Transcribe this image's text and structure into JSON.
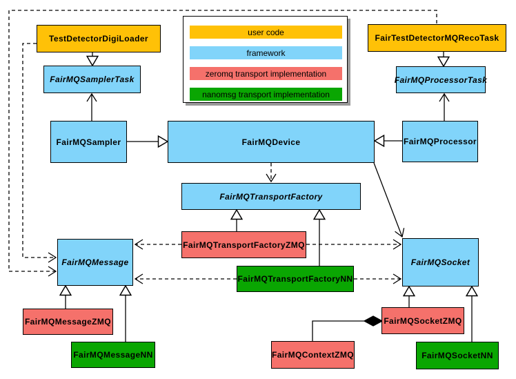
{
  "colors": {
    "user_code": "#FFC107",
    "framework": "#81D4FA",
    "zeromq": "#F5716B",
    "nanomsg": "#0AA602",
    "line": "#000000",
    "background": "#FFFFFF",
    "legend_shadow": "#9A9A9A"
  },
  "legend": {
    "items": [
      {
        "label": "user code",
        "color_key": "user_code"
      },
      {
        "label": "framework",
        "color_key": "framework"
      },
      {
        "label": "zeromq transport implementation",
        "color_key": "zeromq"
      },
      {
        "label": "nanomsg transport implementation",
        "color_key": "nanomsg"
      }
    ]
  },
  "nodes": {
    "test_detector_digi_loader": {
      "label": "TestDetectorDigiLoader",
      "category": "user code",
      "abstract": false
    },
    "fair_test_detector_mq_reco_task": {
      "label": "FairTestDetectorMQRecoTask",
      "category": "user code",
      "abstract": false
    },
    "fairmq_sampler_task": {
      "label": "FairMQSamplerTask",
      "category": "framework",
      "abstract": true
    },
    "fairmq_processor_task": {
      "label": "FairMQProcessorTask",
      "category": "framework",
      "abstract": true
    },
    "fairmq_sampler": {
      "label": "FairMQSampler",
      "category": "framework",
      "abstract": false
    },
    "fairmq_device": {
      "label": "FairMQDevice",
      "category": "framework",
      "abstract": false
    },
    "fairmq_processor": {
      "label": "FairMQProcessor",
      "category": "framework",
      "abstract": false
    },
    "fairmq_transport_factory": {
      "label": "FairMQTransportFactory",
      "category": "framework",
      "abstract": true
    },
    "fairmq_transport_factory_zmq": {
      "label": "FairMQTransportFactoryZMQ",
      "category": "zeromq",
      "abstract": false
    },
    "fairmq_transport_factory_nn": {
      "label": "FairMQTransportFactoryNN",
      "category": "nanomsg",
      "abstract": false
    },
    "fairmq_message": {
      "label": "FairMQMessage",
      "category": "framework",
      "abstract": true
    },
    "fairmq_socket": {
      "label": "FairMQSocket",
      "category": "framework",
      "abstract": true
    },
    "fairmq_message_zmq": {
      "label": "FairMQMessageZMQ",
      "category": "zeromq",
      "abstract": false
    },
    "fairmq_message_nn": {
      "label": "FairMQMessageNN",
      "category": "nanomsg",
      "abstract": false
    },
    "fairmq_socket_zmq": {
      "label": "FairMQSocketZMQ",
      "category": "zeromq",
      "abstract": false
    },
    "fairmq_context_zmq": {
      "label": "FairMQContextZMQ",
      "category": "zeromq",
      "abstract": false
    },
    "fairmq_socket_nn": {
      "label": "FairMQSocketNN",
      "category": "nanomsg",
      "abstract": false
    }
  },
  "edges": [
    {
      "from": "TestDetectorDigiLoader",
      "to": "FairMQSamplerTask",
      "type": "generalization",
      "style": "solid-hollow-triangle"
    },
    {
      "from": "FairTestDetectorMQRecoTask",
      "to": "FairMQProcessorTask",
      "type": "generalization",
      "style": "solid-hollow-triangle"
    },
    {
      "from": "FairMQSampler",
      "to": "FairMQSamplerTask",
      "type": "association",
      "style": "solid-open-arrow"
    },
    {
      "from": "FairMQProcessor",
      "to": "FairMQProcessorTask",
      "type": "association",
      "style": "solid-open-arrow"
    },
    {
      "from": "FairMQSampler",
      "to": "FairMQDevice",
      "type": "generalization",
      "style": "solid-hollow-triangle"
    },
    {
      "from": "FairMQProcessor",
      "to": "FairMQDevice",
      "type": "generalization",
      "style": "solid-hollow-triangle"
    },
    {
      "from": "FairMQDevice",
      "to": "FairMQTransportFactory",
      "type": "dependency",
      "style": "dashed-open-arrow"
    },
    {
      "from": "FairMQDevice",
      "to": "FairMQSocket",
      "type": "association",
      "style": "solid-open-arrow"
    },
    {
      "from": "FairMQTransportFactoryZMQ",
      "to": "FairMQTransportFactory",
      "type": "generalization",
      "style": "solid-hollow-triangle"
    },
    {
      "from": "FairMQTransportFactoryNN",
      "to": "FairMQTransportFactory",
      "type": "generalization",
      "style": "solid-hollow-triangle"
    },
    {
      "from": "FairMQTransportFactoryZMQ",
      "to": "FairMQMessage",
      "type": "dependency",
      "style": "dashed-open-arrow"
    },
    {
      "from": "FairMQTransportFactoryZMQ",
      "to": "FairMQSocket",
      "type": "dependency",
      "style": "dashed-open-arrow"
    },
    {
      "from": "FairMQTransportFactoryNN",
      "to": "FairMQMessage",
      "type": "dependency",
      "style": "dashed-open-arrow"
    },
    {
      "from": "FairMQTransportFactoryNN",
      "to": "FairMQSocket",
      "type": "dependency",
      "style": "dashed-open-arrow"
    },
    {
      "from": "TestDetectorDigiLoader",
      "to": "FairMQMessage",
      "type": "dependency",
      "style": "dashed-open-arrow"
    },
    {
      "from": "FairTestDetectorMQRecoTask",
      "to": "FairMQMessage",
      "type": "dependency",
      "style": "dashed-open-arrow"
    },
    {
      "from": "FairMQMessageZMQ",
      "to": "FairMQMessage",
      "type": "generalization",
      "style": "solid-hollow-triangle"
    },
    {
      "from": "FairMQMessageNN",
      "to": "FairMQMessage",
      "type": "generalization",
      "style": "solid-hollow-triangle"
    },
    {
      "from": "FairMQSocketZMQ",
      "to": "FairMQSocket",
      "type": "generalization",
      "style": "solid-hollow-triangle"
    },
    {
      "from": "FairMQSocketNN",
      "to": "FairMQSocket",
      "type": "generalization",
      "style": "solid-hollow-triangle"
    },
    {
      "from": "FairMQContextZMQ",
      "to": "FairMQSocketZMQ",
      "type": "composition",
      "style": "solid-filled-diamond"
    }
  ]
}
